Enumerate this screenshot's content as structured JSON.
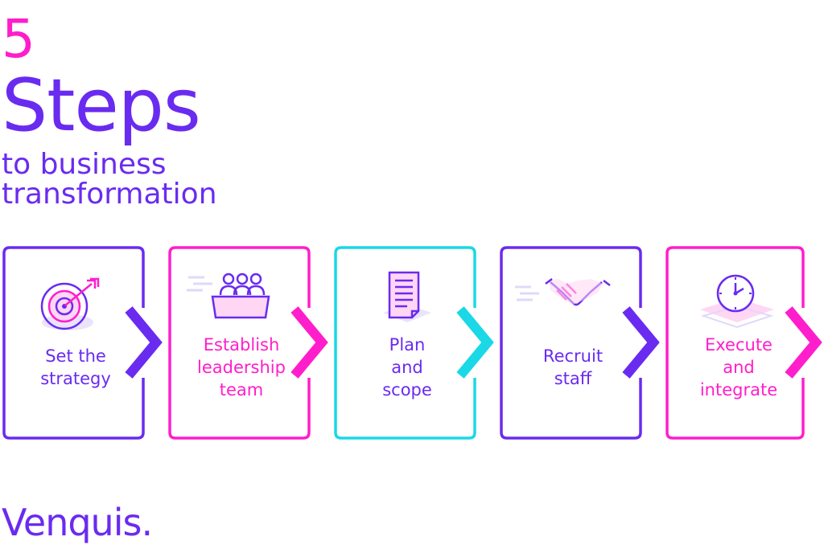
{
  "title": {
    "number": "5",
    "main": "Steps",
    "subtitle_lines": [
      "to business",
      "transformation"
    ]
  },
  "colors": {
    "purple": "#6a2bf0",
    "magenta": "#ff1ecb",
    "cyan": "#1ad8e6"
  },
  "steps": [
    {
      "label_lines": [
        "Set the",
        "strategy"
      ],
      "icon": "target-icon",
      "color": "#6a2bf0"
    },
    {
      "label_lines": [
        "Establish",
        "leadership",
        "team"
      ],
      "icon": "team-icon",
      "color": "#ff1ecb"
    },
    {
      "label_lines": [
        "Plan",
        "and",
        "scope"
      ],
      "icon": "document-icon",
      "color": "#1ad8e6"
    },
    {
      "label_lines": [
        "Recruit",
        "staff"
      ],
      "icon": "handshake-icon",
      "color": "#6a2bf0"
    },
    {
      "label_lines": [
        "Execute",
        "and",
        "integrate"
      ],
      "icon": "clock-icon",
      "color": "#ff1ecb"
    }
  ],
  "brand": "Venquis."
}
